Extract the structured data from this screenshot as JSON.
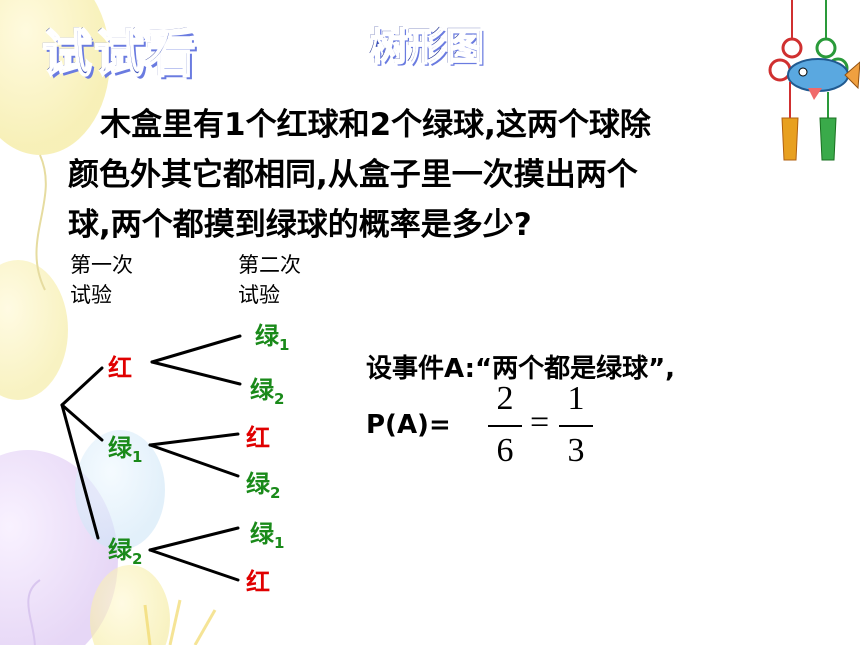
{
  "header": {
    "title": "试试看",
    "subtitle": "树形图"
  },
  "problem": {
    "line1": "木盒里有1个红球和2个绿球,这两个球除",
    "line2": "颜色外其它都相同,从盒子里一次摸出两个",
    "line3": "球,两个都摸到绿球的概率是多少?"
  },
  "columns": {
    "first": {
      "line1": "第一次",
      "line2": "试验"
    },
    "second": {
      "line1": "第二次",
      "line2": "试验"
    }
  },
  "tree": {
    "branches": [
      {
        "label": "红",
        "sub": "",
        "color": "#e00000",
        "children": [
          {
            "label": "绿",
            "sub": "1",
            "color": "#1a8a1a"
          },
          {
            "label": "绿",
            "sub": "2",
            "color": "#1a8a1a"
          }
        ]
      },
      {
        "label": "绿",
        "sub": "1",
        "color": "#1a8a1a",
        "children": [
          {
            "label": "红",
            "sub": "",
            "color": "#e00000"
          },
          {
            "label": "绿",
            "sub": "2",
            "color": "#1a8a1a"
          }
        ]
      },
      {
        "label": "绿",
        "sub": "2",
        "color": "#1a8a1a",
        "children": [
          {
            "label": "绿",
            "sub": "1",
            "color": "#1a8a1a"
          },
          {
            "label": "红",
            "sub": "",
            "color": "#e00000"
          }
        ]
      }
    ]
  },
  "answer": {
    "event": "设事件A:“两个都是绿球”,",
    "prob_label": "P(A)=",
    "frac1_num": "2",
    "frac1_den": "6",
    "equals": "=",
    "frac2_num": "1",
    "frac2_den": "3"
  }
}
